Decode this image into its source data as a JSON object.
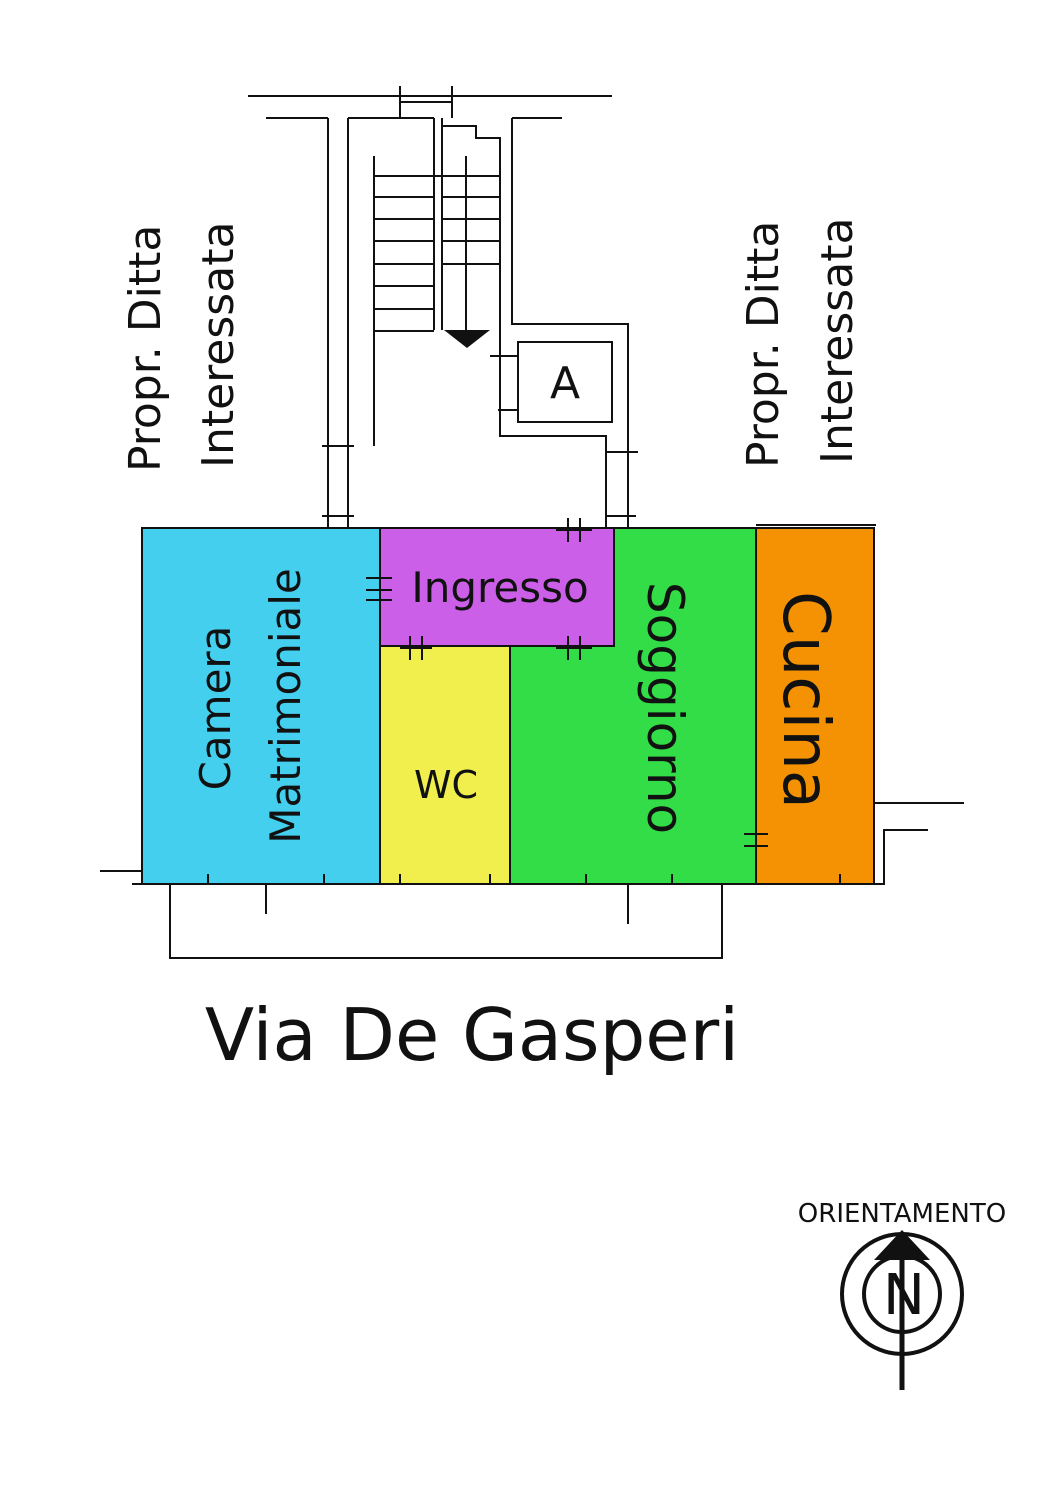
{
  "neighbor_left": {
    "line1": "Propr. Ditta",
    "line2": "Interessata"
  },
  "neighbor_right": {
    "line1": "Propr. Ditta",
    "line2": "Interessata"
  },
  "stair_box_label": "A",
  "rooms": {
    "camera": {
      "line1": "Camera",
      "line2": "Matrimoniale",
      "color": "#45cfee"
    },
    "ingresso": {
      "label": "Ingresso",
      "color": "#cc5fe8"
    },
    "wc": {
      "label": "WC",
      "color": "#f1ef4e"
    },
    "soggiorno": {
      "label": "Soggiorno",
      "color": "#33dd47"
    },
    "cucina": {
      "label": "Cucina",
      "color": "#f49204"
    }
  },
  "street": "Via De Gasperi",
  "compass": {
    "title": "ORIENTAMENTO",
    "letter": "N"
  }
}
